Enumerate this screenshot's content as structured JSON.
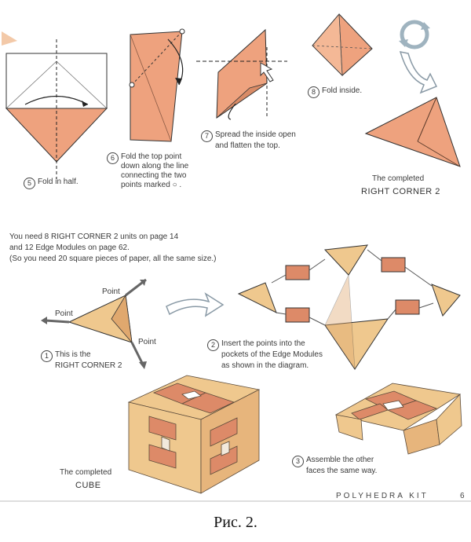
{
  "steps": {
    "s5": {
      "num": "5",
      "text": "Fold in half."
    },
    "s6": {
      "num": "6",
      "line1": "Fold the top point",
      "line2": "down along the line",
      "line3": "connecting the two",
      "line4": "points marked ○ ."
    },
    "s7": {
      "num": "7",
      "line1": "Spread the inside open",
      "line2": "and flatten the top."
    },
    "s8": {
      "num": "8",
      "text": "Fold inside."
    }
  },
  "completed_corner": {
    "line1": "The completed",
    "line2": "RIGHT CORNER 2"
  },
  "intro": {
    "line1": "You need 8 RIGHT CORNER 2 units on page 14",
    "line2": "and 12 Edge Modules on page 62.",
    "line3": "(So you need 20 square pieces of paper, all the same size.)"
  },
  "assembly": {
    "point_label": "Point",
    "a1": {
      "num": "1",
      "line1": "This is the",
      "line2": "RIGHT CORNER 2"
    },
    "a2": {
      "num": "2",
      "line1": "Insert the points into the",
      "line2": "pockets of the Edge Modules",
      "line3": "as shown in the diagram."
    },
    "a3": {
      "num": "3",
      "line1": "Assemble the other",
      "line2": "faces the same way."
    }
  },
  "completed_cube": {
    "line1": "The completed",
    "line2": "CUBE"
  },
  "footer": {
    "kit": "POLYHEDRA KIT",
    "page": "6"
  },
  "caption": "Рис. 2.",
  "colors": {
    "paper_salmon": "#eea27e",
    "paper_tan": "#efc88e",
    "module_red": "#dd8a68",
    "outline": "#5a4a3a"
  }
}
